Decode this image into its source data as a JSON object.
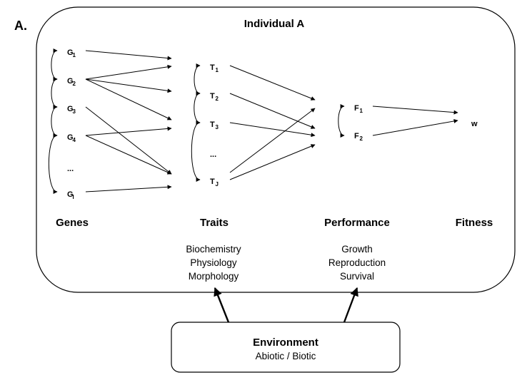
{
  "panel_label": "A.",
  "individual_title": "Individual A",
  "nodes": {
    "genes": [
      {
        "base": "G",
        "sub": "1"
      },
      {
        "base": "G",
        "sub": "2"
      },
      {
        "base": "G",
        "sub": "3"
      },
      {
        "base": "G",
        "sub": "4"
      },
      {
        "base": "...",
        "sub": ""
      },
      {
        "base": "G",
        "sub": "I"
      }
    ],
    "traits": [
      {
        "base": "T",
        "sub": "1"
      },
      {
        "base": "T",
        "sub": "2"
      },
      {
        "base": "T",
        "sub": "3"
      },
      {
        "base": "...",
        "sub": ""
      },
      {
        "base": "T",
        "sub": "J"
      }
    ],
    "performance": [
      {
        "base": "F",
        "sub": "1"
      },
      {
        "base": "F",
        "sub": "2"
      }
    ],
    "fitness": {
      "base": "w",
      "sub": ""
    }
  },
  "columns": {
    "genes": "Genes",
    "traits": "Traits",
    "performance": "Performance",
    "fitness": "Fitness"
  },
  "trait_types": [
    "Biochemistry",
    "Physiology",
    "Morphology"
  ],
  "performance_types": [
    "Growth",
    "Reproduction",
    "Survival"
  ],
  "environment": {
    "title": "Environment",
    "subtitle": "Abiotic / Biotic"
  }
}
